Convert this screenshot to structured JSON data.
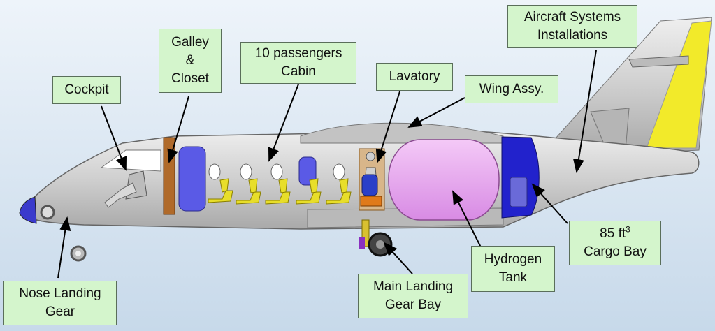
{
  "colors": {
    "background_top": "#e9f1f8",
    "background_bottom": "#c9dbec",
    "fuselage": "#c8c8c8",
    "label_fill": "#d4f5cc",
    "label_border": "#5a6e5a",
    "hydrogen_tank": "#e6a3ee",
    "cargo_bay": "#2222cc",
    "nose_cone": "#3a3acc",
    "tail_stripe": "#f5ee30",
    "seats": "#e8de2a",
    "galley": "#b06a2a"
  },
  "labels": {
    "aircraft_systems": [
      "Aircraft Systems",
      "Installations"
    ],
    "galley_closet": [
      "Galley",
      "&",
      "Closet"
    ],
    "passengers_cabin": [
      "10 passengers",
      "Cabin"
    ],
    "lavatory": "Lavatory",
    "wing_assy": "Wing Assy.",
    "cockpit": "Cockpit",
    "cargo_bay": {
      "line1": "85 ft",
      "superscript": "3",
      "line2": "Cargo Bay"
    },
    "hydrogen_tank": [
      "Hydrogen",
      "Tank"
    ],
    "main_landing_gear": [
      "Main Landing",
      "Gear Bay"
    ],
    "nose_landing_gear": [
      "Nose Landing",
      "Gear"
    ]
  }
}
